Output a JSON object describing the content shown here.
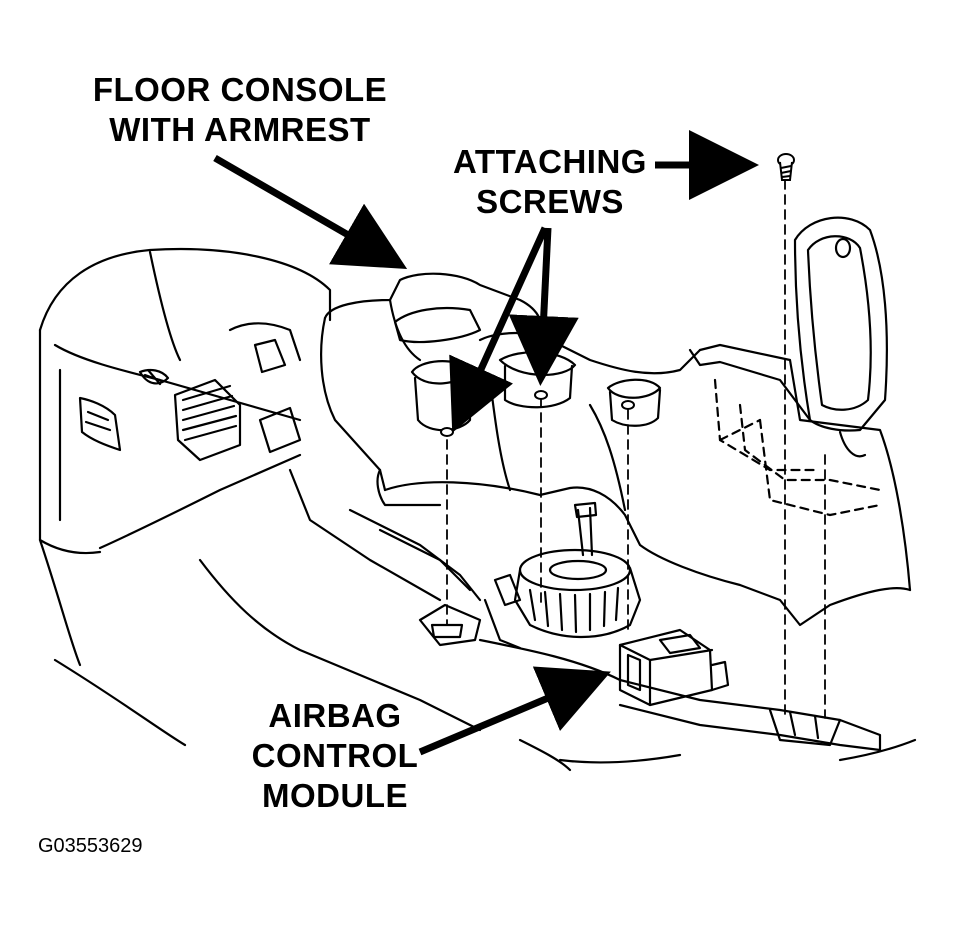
{
  "labels": {
    "floor_console_line1": "FLOOR CONSOLE",
    "floor_console_line2": "WITH ARMREST",
    "attaching_screws_line1": "ATTACHING",
    "attaching_screws_line2": "SCREWS",
    "airbag_line1": "AIRBAG",
    "airbag_line2": "CONTROL",
    "airbag_line3": "MODULE"
  },
  "figure_id": "G03553629",
  "colors": {
    "ink": "#000000",
    "paper": "#ffffff"
  }
}
